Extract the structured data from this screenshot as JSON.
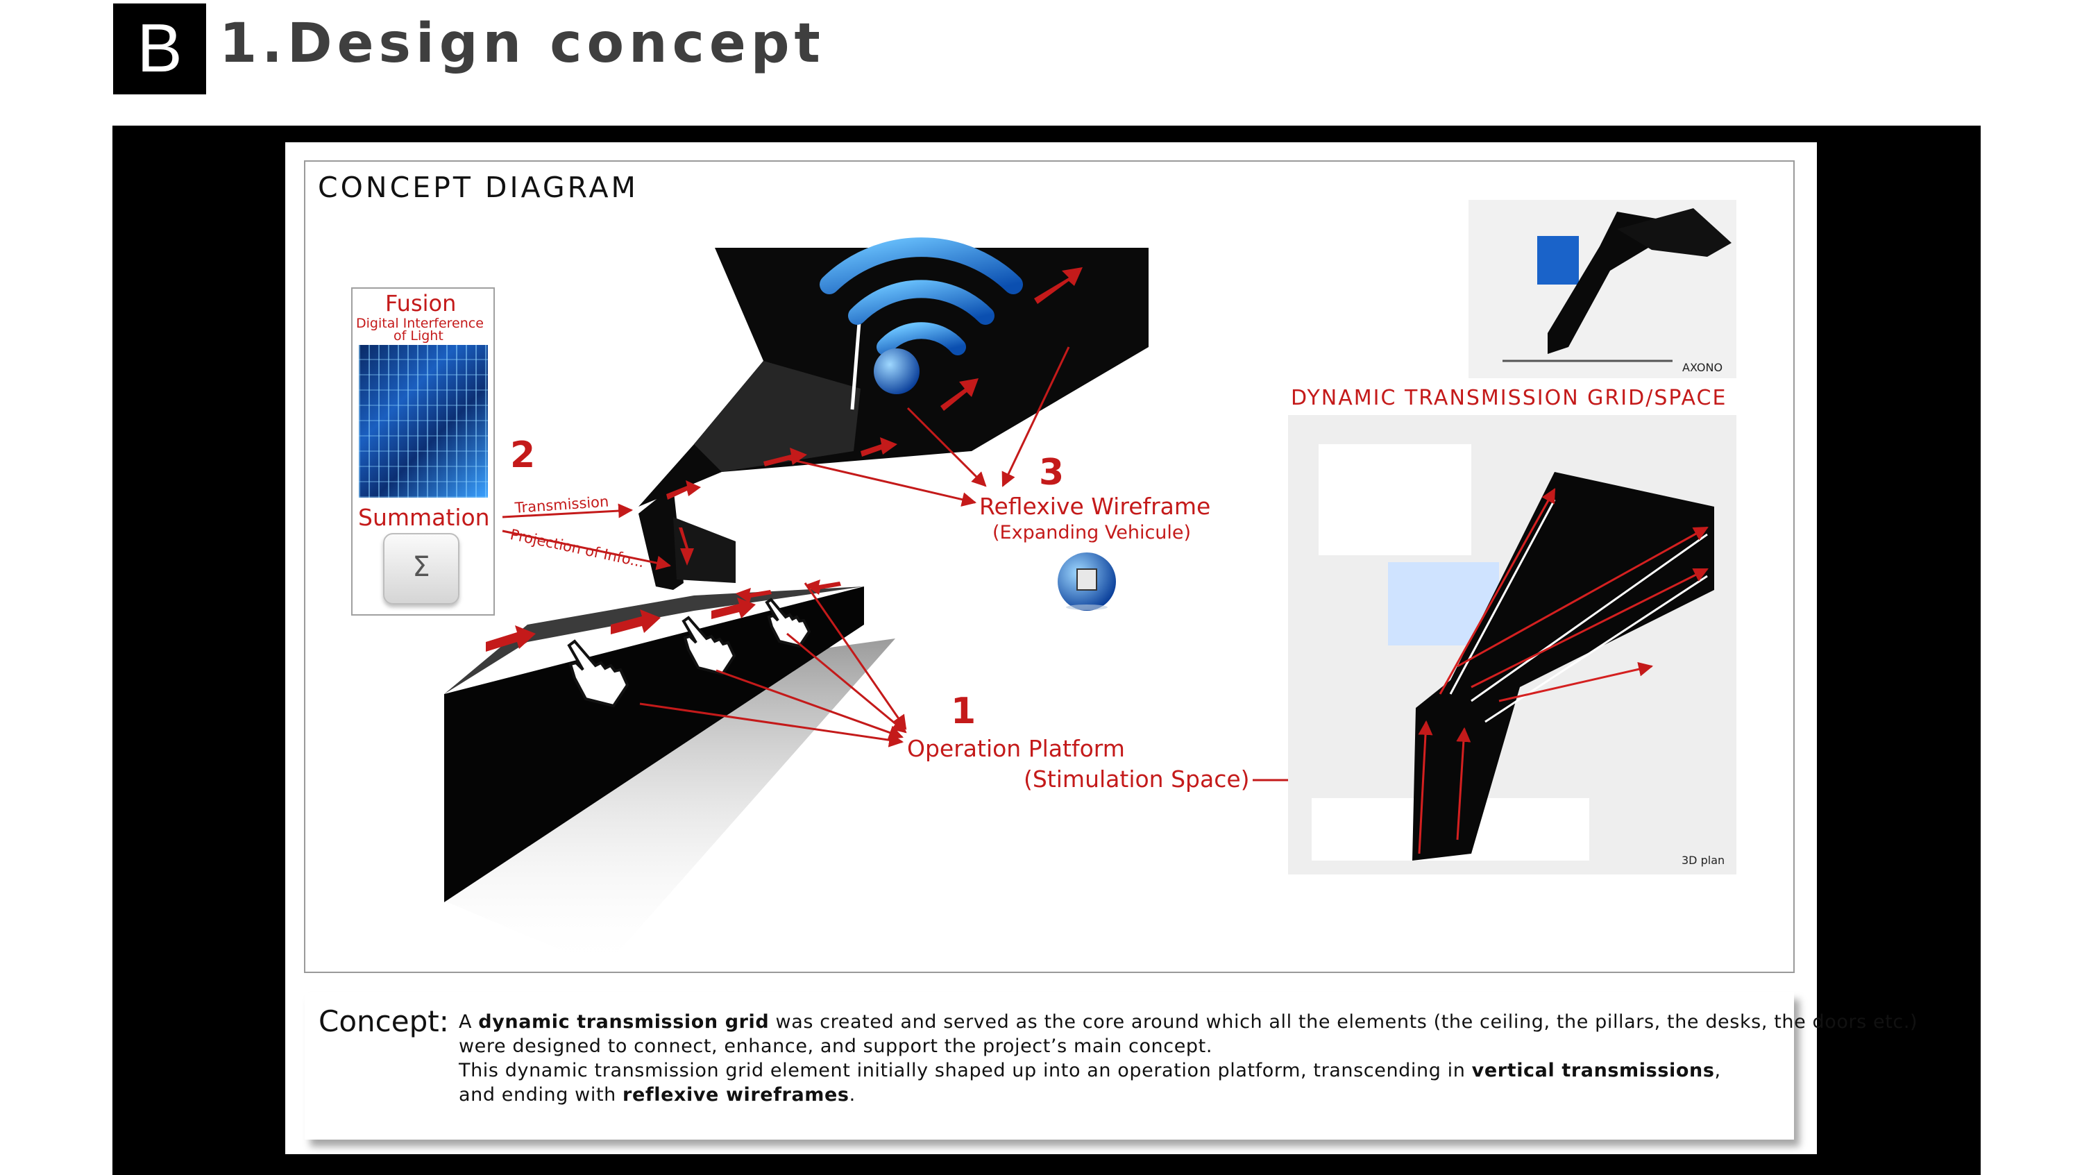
{
  "header": {
    "badge": "B",
    "title": "1.Design concept"
  },
  "diagram": {
    "title": "CONCEPT  DIAGRAM",
    "fusion": {
      "title": "Fusion",
      "subtitle_line1": "Digital Interference",
      "subtitle_line2": "of Light",
      "summation": "Summation",
      "key_symbol": "Σ"
    },
    "step1": {
      "number": "1",
      "label": "Operation  Platform",
      "sublabel": "(Stimulation Space)"
    },
    "step2": {
      "number": "2",
      "transmission": "Transmission",
      "projection": "Projection of Info..."
    },
    "step3": {
      "number": "3",
      "label": "Reflexive Wireframe",
      "sublabel": "(Expanding Vehicule)"
    },
    "axono_caption": "AXONO",
    "grid_title": "DYNAMIC  TRANSMISSION  GRID/SPACE",
    "plan_caption": "3D plan"
  },
  "concept": {
    "label": "Concept:",
    "line1_a": "A ",
    "line1_b": "dynamic transmission grid",
    "line1_c": " was created and served as the core around which all the elements (the ceiling, the pillars, the desks, the doors etc.)",
    "line2": "were designed to connect, enhance, and support the project’s main concept.",
    "line3_a": "This dynamic transmission grid element initially shaped up into an operation platform, transcending in ",
    "line3_b": "vertical transmissions",
    "line3_c": ",",
    "line4_a": "and ending with ",
    "line4_b": "reflexive wireframes",
    "line4_c": "."
  },
  "colors": {
    "accent_red": "#c41a1a",
    "dark": "#000000",
    "wifi_blue": "#1e73d8"
  }
}
